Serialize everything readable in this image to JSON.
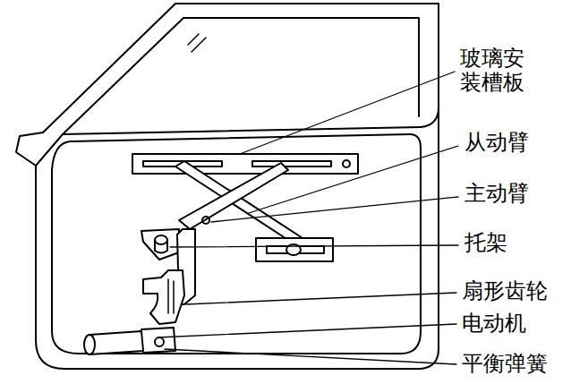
{
  "diagram": {
    "labels": [
      "玻璃安装槽板",
      "从动臂",
      "主动臂",
      "托架",
      "扇形齿轮",
      "电动机",
      "平衡弹簧"
    ]
  }
}
